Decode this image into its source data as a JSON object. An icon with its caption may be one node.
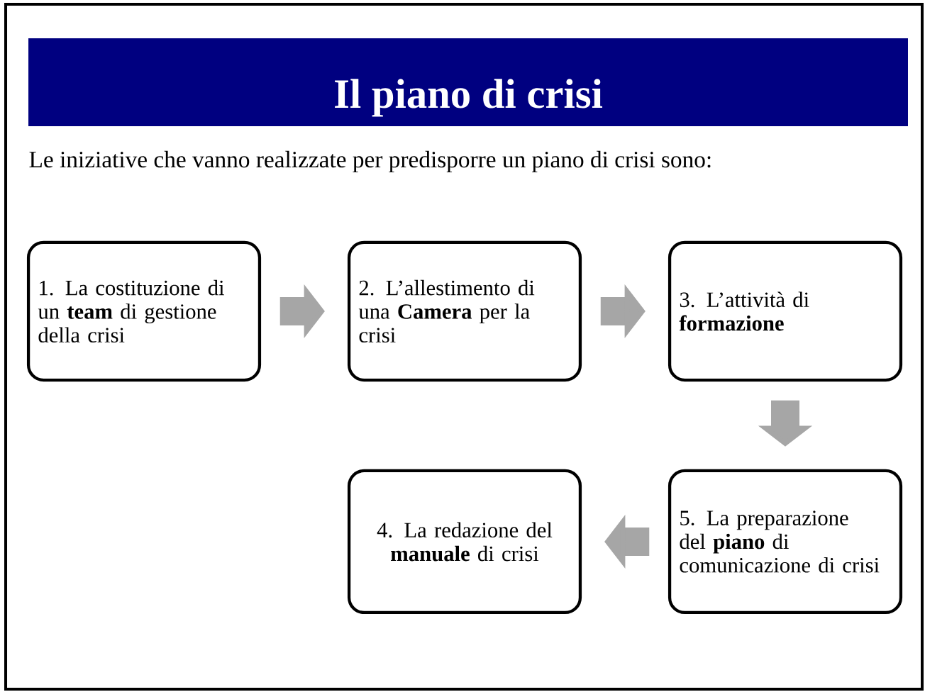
{
  "diagram": {
    "title": "Il piano di crisi",
    "nodes": [
      {
        "text": [
          "1. La costituzione di un **team** di gestione della crisi"
        ]
      },
      {
        "text": [
          "2. L’allestimento di una **Camera** per la crisi"
        ]
      },
      {
        "text": [
          "3. L’attività di **formazione**"
        ]
      },
      {
        "text": [
          "4. La redazione del **manuale** di crisi"
        ]
      },
      {
        "text": [
          "5. La preparazione del **piano** di comunicazione di crisi"
        ]
      }
    ],
    "edges": [
      {
        "from": 0,
        "to": 1,
        "arrow": "to"
      },
      {
        "from": 1,
        "to": 2,
        "arrow": "to"
      },
      {
        "from": 2,
        "to": 4,
        "arrow": "to"
      },
      {
        "from": 4,
        "to": 3,
        "arrow": "to"
      }
    ],
    "labels": [
      "Le iniziative che vanno realizzate per predisporre un piano di crisi sono:"
    ]
  }
}
